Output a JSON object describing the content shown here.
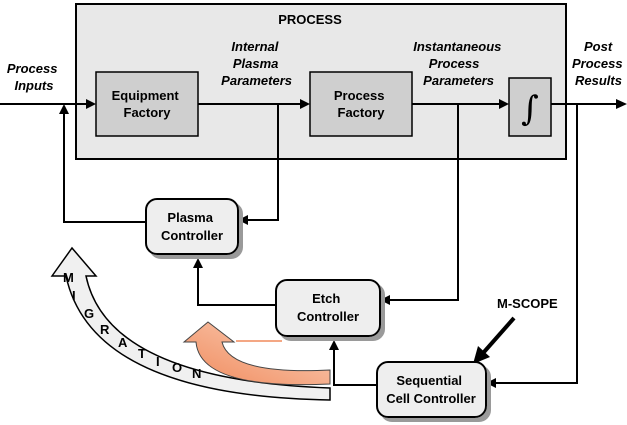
{
  "process_label": "PROCESS",
  "inputs": {
    "line1": "Process",
    "line2": "Inputs"
  },
  "internal": {
    "line1": "Internal",
    "line2": "Plasma",
    "line3": "Parameters"
  },
  "instantaneous": {
    "line1": "Instantaneous",
    "line2": "Process",
    "line3": "Parameters"
  },
  "results": {
    "line1": "Post",
    "line2": "Process",
    "line3": "Results"
  },
  "equipment_factory": {
    "line1": "Equipment",
    "line2": "Factory"
  },
  "process_factory": {
    "line1": "Process",
    "line2": "Factory"
  },
  "integral_symbol": "∫",
  "plasma_controller": {
    "line1": "Plasma",
    "line2": "Controller"
  },
  "etch_controller": {
    "line1": "Etch",
    "line2": "Controller"
  },
  "sequential_controller": {
    "line1": "Sequential",
    "line2": "Cell Controller"
  },
  "mscope_label": "M-SCOPE",
  "migration_letters": [
    "M",
    "I",
    "G",
    "R",
    "A",
    "T",
    "I",
    "O",
    "N"
  ]
}
